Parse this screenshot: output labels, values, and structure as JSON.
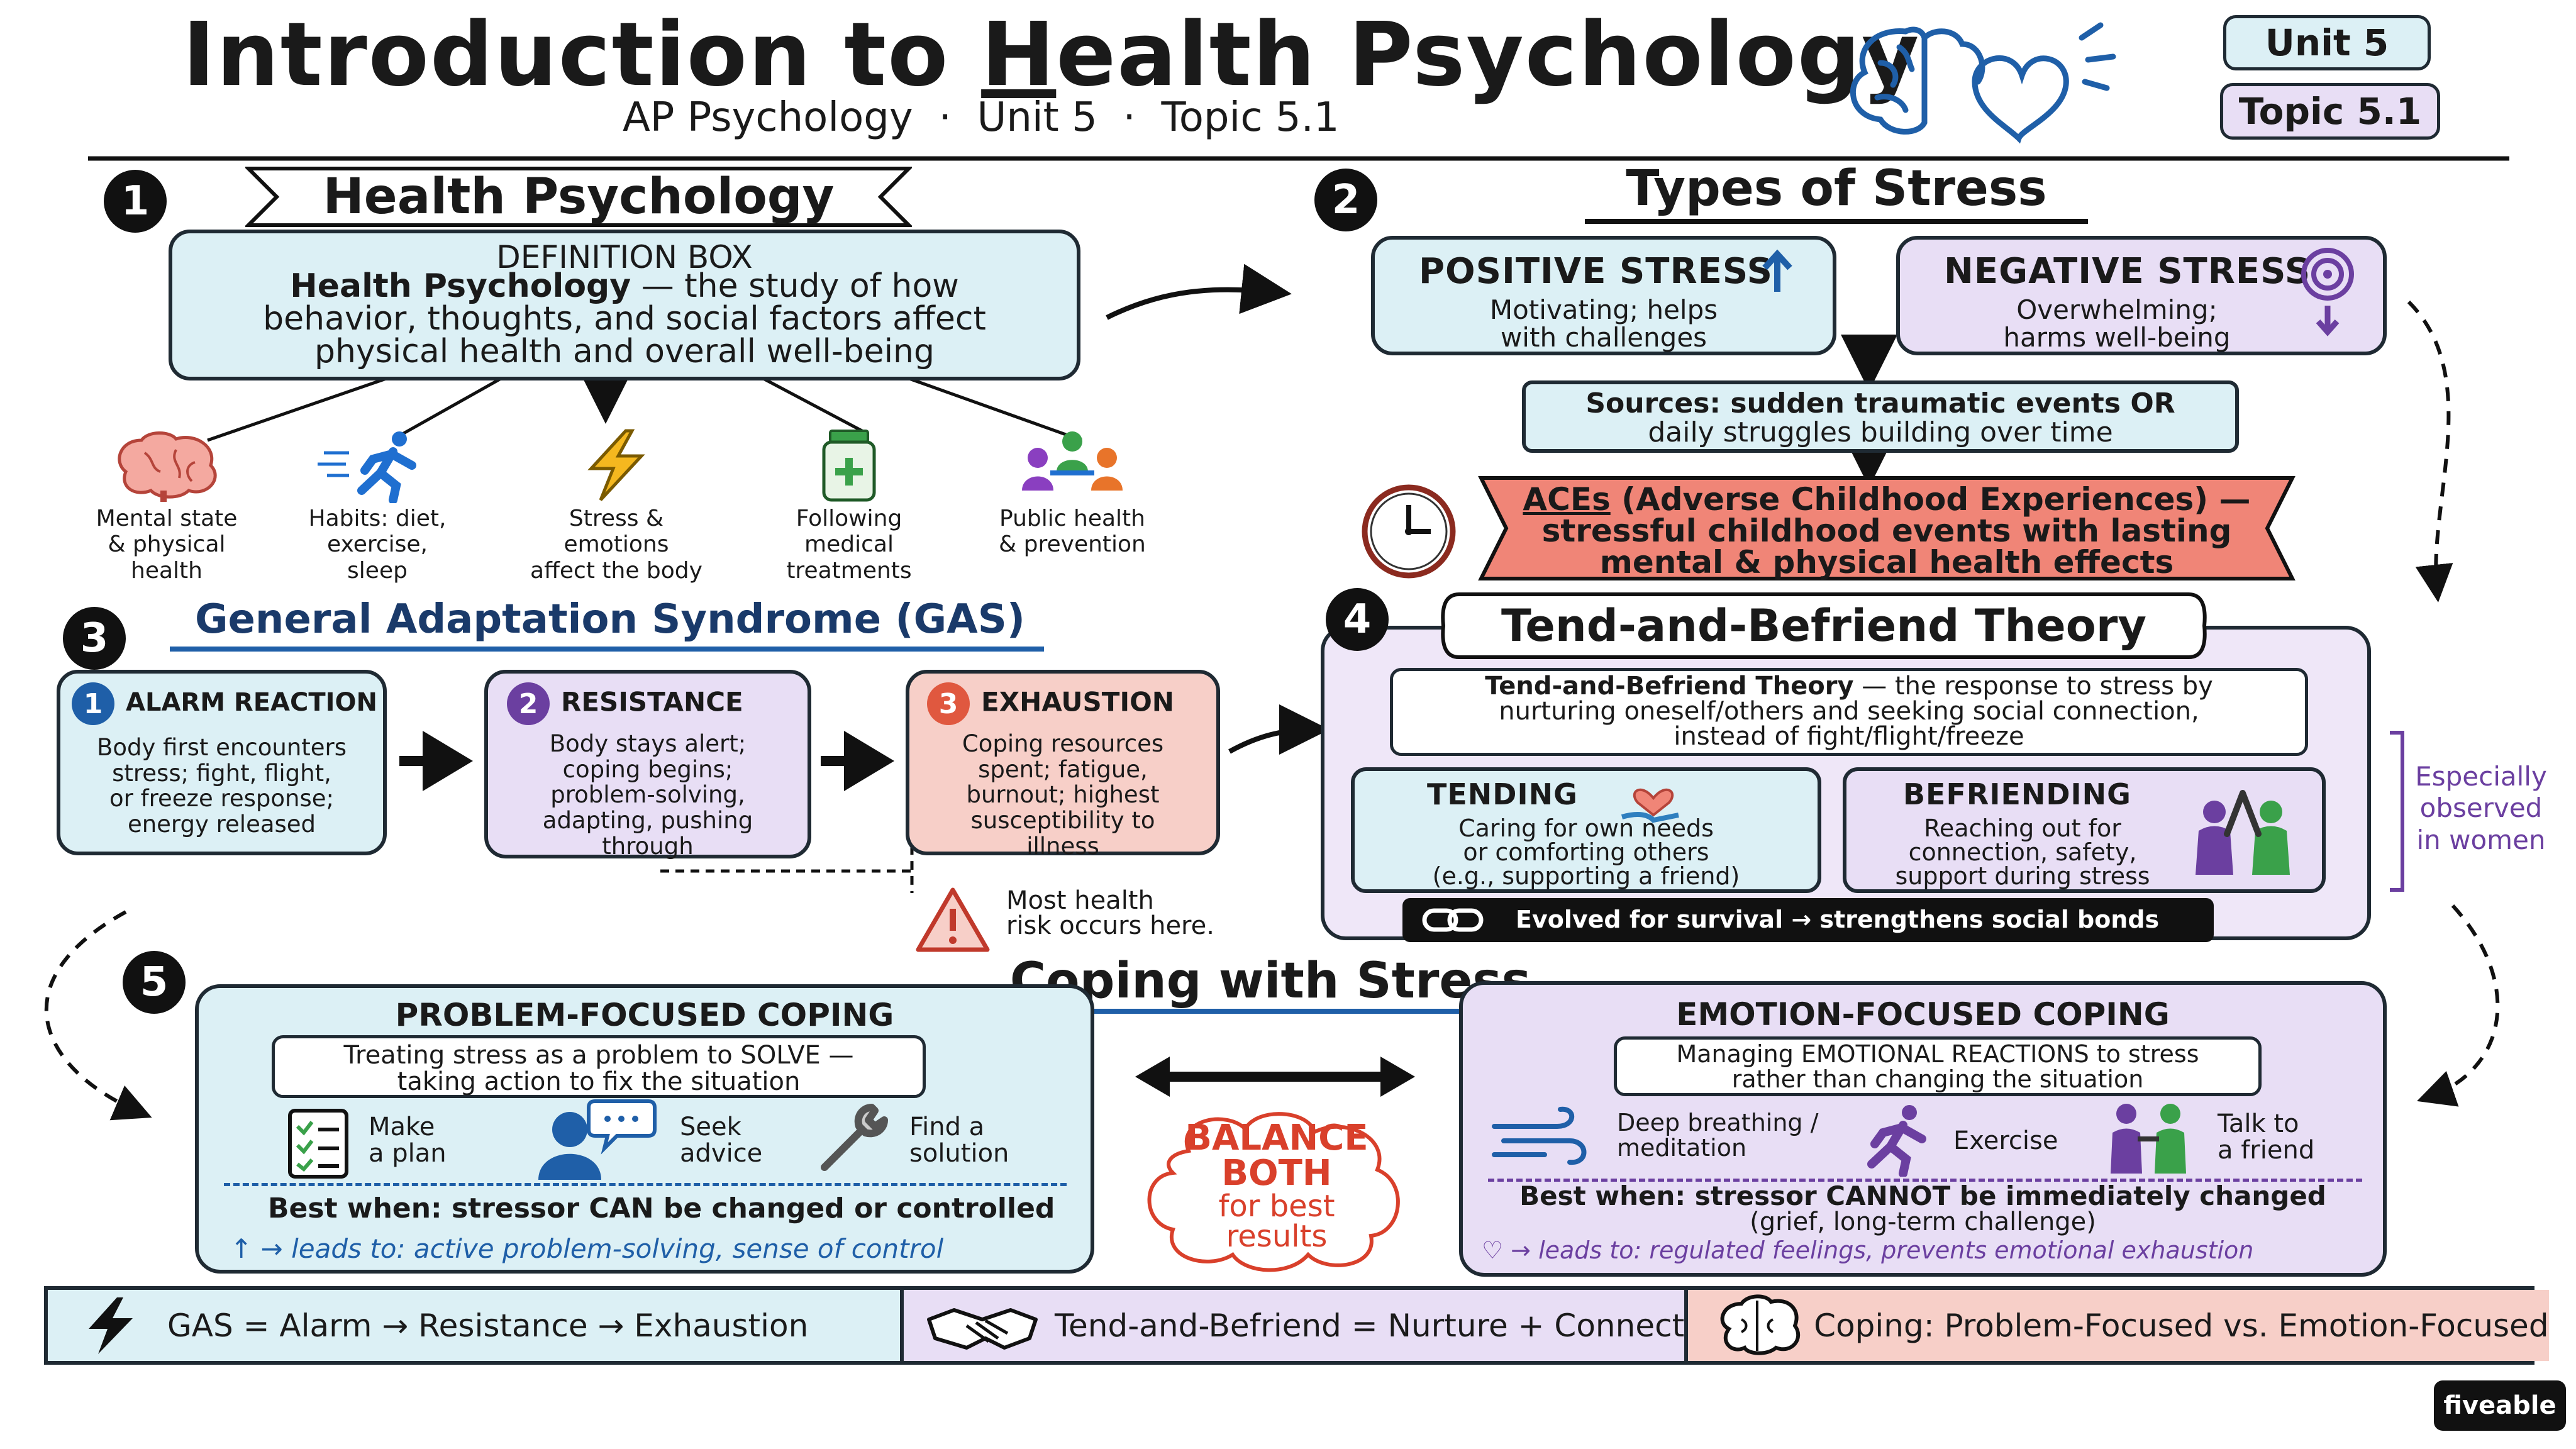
{
  "header": {
    "title_pre": "Introduction to ",
    "title_u": "H",
    "title_post": "ealth Psychology",
    "subtitle": "AP Psychology  ·  Unit 5  ·  Topic 5.1",
    "badge_unit": "Unit 5",
    "badge_topic": "Topic 5.1"
  },
  "s1": {
    "num": "1",
    "title": "Health Psychology",
    "def_label": "DEFINITION BOX",
    "def_term": "Health Psychology",
    "def_line1": " — the study of how",
    "def_line2": "behavior, thoughts, and social factors affect",
    "def_line3": "physical health and overall well-being",
    "factors": [
      {
        "icon": "brain-icon",
        "l1": "Mental state",
        "l2": "& physical",
        "l3": "health"
      },
      {
        "icon": "runner-icon",
        "l1": "Habits: diet,",
        "l2": "exercise,",
        "l3": "sleep"
      },
      {
        "icon": "lightning-icon",
        "l1": "Stress &",
        "l2": "emotions",
        "l3": "affect the body"
      },
      {
        "icon": "medicine-bottle-icon",
        "l1": "Following",
        "l2": "medical",
        "l3": "treatments"
      },
      {
        "icon": "community-icon",
        "l1": "Public health",
        "l2": "& prevention",
        "l3": ""
      }
    ]
  },
  "s2": {
    "num": "2",
    "title": "Types of Stress",
    "positive_title": "POSITIVE STRESS",
    "positive_l1": "Motivating; helps",
    "positive_l2": "with challenges",
    "negative_title": "NEGATIVE STRESS",
    "negative_l1": "Overwhelming;",
    "negative_l2": "harms well-being",
    "sources_l1": "Sources: sudden traumatic events OR",
    "sources_l2": "daily struggles building over time",
    "aces_u": "ACEs",
    "aces_l1": " (Adverse Childhood Experiences) —",
    "aces_l2": "stressful childhood events with lasting",
    "aces_l3": "mental & physical health effects"
  },
  "s3": {
    "num": "3",
    "title": "General Adaptation Syndrome (GAS)",
    "stages": [
      {
        "n": "1",
        "title": "ALARM REACTION",
        "lines": [
          "Body first encounters",
          "stress; fight, flight,",
          "or freeze response;",
          "energy released"
        ]
      },
      {
        "n": "2",
        "title": "RESISTANCE",
        "lines": [
          "Body stays alert;",
          "coping begins;",
          "problem-solving,",
          "adapting, pushing",
          "through"
        ]
      },
      {
        "n": "3",
        "title": "EXHAUSTION",
        "lines": [
          "Coping resources",
          "spent; fatigue,",
          "burnout; highest",
          "susceptibility to",
          "illness"
        ]
      }
    ],
    "warning_l1": "Most health",
    "warning_l2": "risk occurs here."
  },
  "s4": {
    "num": "4",
    "title": "Tend-and-Befriend Theory",
    "def_term": "Tend-and-Befriend Theory",
    "def_l1": " — the response to stress by",
    "def_l2": "nurturing oneself/others and seeking social connection,",
    "def_l3": "instead of fight/flight/freeze",
    "tending_title": "TENDING",
    "tending_l1": "Caring for own needs",
    "tending_l2": "or comforting others",
    "tending_l3": "(e.g., supporting a friend)",
    "befriending_title": "BEFRIENDING",
    "befriending_l1": "Reaching out for",
    "befriending_l2": "connection, safety,",
    "befriending_l3": "support during stress",
    "evolved": "Evolved for survival → strengthens social bonds",
    "side_l1": "Especially",
    "side_l2": "observed",
    "side_l3": "in women"
  },
  "s5": {
    "num": "5",
    "title": "Coping with Stress",
    "pf_title": "PROBLEM-FOCUSED COPING",
    "pf_def_l1": "Treating stress as a problem to SOLVE —",
    "pf_def_l2": "taking action to fix the situation",
    "pf_items": [
      {
        "icon": "checklist-icon",
        "l1": "Make",
        "l2": "a plan"
      },
      {
        "icon": "advice-icon",
        "l1": "Seek",
        "l2": "advice"
      },
      {
        "icon": "wrench-icon",
        "l1": "Find a",
        "l2": "solution"
      }
    ],
    "pf_best": "Best when: stressor CAN be changed or controlled",
    "pf_leads": "→ leads to: active problem-solving, sense of control",
    "balance_l1": "BALANCE",
    "balance_l2": "BOTH",
    "balance_l3": "for best",
    "balance_l4": "results",
    "ef_title": "EMOTION-FOCUSED COPING",
    "ef_def_l1": "Managing EMOTIONAL REACTIONS to stress",
    "ef_def_l2": "rather than changing the situation",
    "ef_items": [
      {
        "icon": "breath-icon",
        "l1": "Deep breathing /",
        "l2": "meditation"
      },
      {
        "icon": "runner-icon",
        "l1": "Exercise",
        "l2": ""
      },
      {
        "icon": "friends-icon",
        "l1": "Talk to",
        "l2": "a friend"
      }
    ],
    "ef_best_l1": "Best when: stressor CANNOT be immediately changed",
    "ef_best_l2": "(grief, long-term challenge)",
    "ef_leads": "→ leads to: regulated feelings, prevents emotional exhaustion"
  },
  "summary": {
    "gas": "GAS = Alarm → Resistance → Exhaustion",
    "tend": "Tend-and-Befriend = Nurture + Connect",
    "coping": "Coping: Problem-Focused vs. Emotion-Focused"
  },
  "brand": "fiveable",
  "colors": {
    "blue_fill": "#dcf0f5",
    "purple_fill": "#e8def5",
    "salmon_fill": "#f7cfc8",
    "aces_fill": "#f08577",
    "accent_blue": "#1f5fa8",
    "accent_purple": "#6b3fa0",
    "accent_red": "#d9402b"
  }
}
